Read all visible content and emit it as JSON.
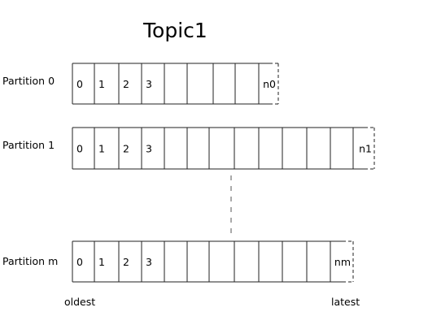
{
  "title": "Topic1",
  "partitions": [
    {
      "label": "Partition 0",
      "cells": [
        "0",
        "1",
        "2",
        "3",
        "",
        "",
        "",
        "",
        "n0"
      ]
    },
    {
      "label": "Partition 1",
      "cells": [
        "0",
        "1",
        "2",
        "3",
        "",
        "",
        "",
        "",
        "",
        "",
        "",
        "",
        "n1"
      ]
    },
    {
      "label": "Partition m",
      "cells": [
        "0",
        "1",
        "2",
        "3",
        "",
        "",
        "",
        "",
        "",
        "",
        "",
        "nm"
      ]
    }
  ],
  "axis": {
    "start_label": "oldest",
    "end_label": "latest"
  }
}
